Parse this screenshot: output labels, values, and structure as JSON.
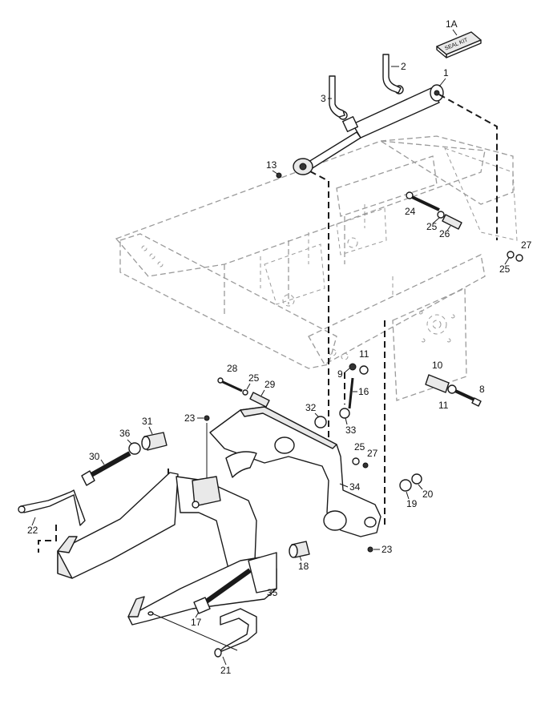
{
  "kit": {
    "label": "SEAL KIT",
    "callout": "1A"
  },
  "callouts": {
    "c1": "1",
    "c2": "2",
    "c3": "3",
    "c8": "8",
    "c9": "9",
    "c10": "10",
    "c11a": "11",
    "c11b": "11",
    "c13": "13",
    "c16": "16",
    "c17": "17",
    "c18": "18",
    "c19": "19",
    "c20": "20",
    "c21": "21",
    "c22": "22",
    "c23a": "23",
    "c23b": "23",
    "c24": "24",
    "c25a": "25",
    "c25b": "25",
    "c25c": "25",
    "c25d": "25",
    "c26": "26",
    "c27a": "27",
    "c27b": "27",
    "c28": "28",
    "c29": "29",
    "c30": "30",
    "c31": "31",
    "c32": "32",
    "c33": "33",
    "c34": "34",
    "c35": "35",
    "c36": "36"
  }
}
